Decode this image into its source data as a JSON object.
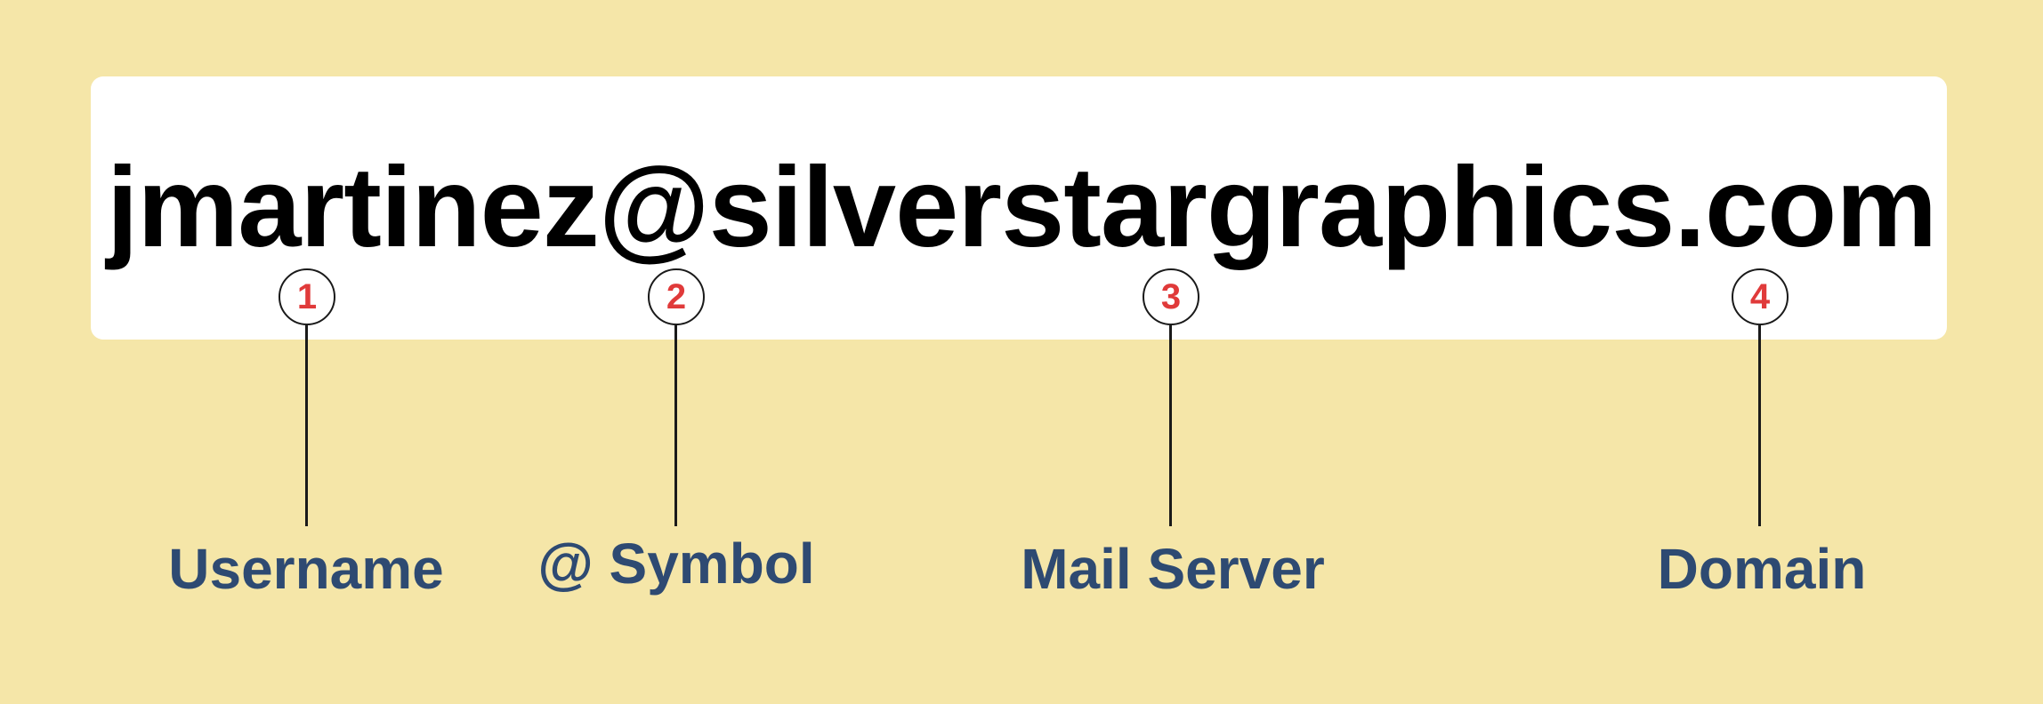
{
  "email": "jmartinez@silverstargraphics.com",
  "colors": {
    "background": "#f5e6a8",
    "box": "#ffffff",
    "email_text": "#000000",
    "marker_number": "#e03a3a",
    "label": "#2e4a72"
  },
  "parts": [
    {
      "number": "1",
      "label": "Username"
    },
    {
      "number": "2",
      "label": "@ Symbol"
    },
    {
      "number": "3",
      "label": "Mail Server"
    },
    {
      "number": "4",
      "label": "Domain"
    }
  ]
}
